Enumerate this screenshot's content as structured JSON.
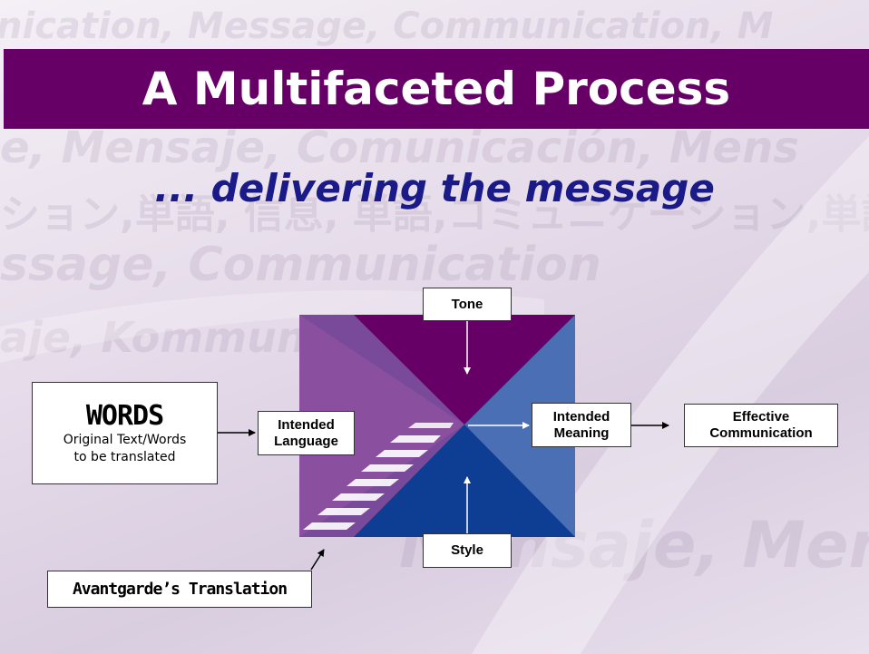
{
  "title": "A Multifaceted Process",
  "subtitle": "... delivering the message",
  "background_words": {
    "line1": "nication, Message, Communication, M",
    "line2": "e, Mensaje, Comunicación, Mens",
    "line3": "ション,単語, 信息, 単語,コミュニケーション,単語",
    "line4": "ssage, Communication",
    "line5": "aje, Kommunikation",
    "line6": "Mensaje, Mens"
  },
  "boxes": {
    "words_title": "WORDS",
    "words_sub1": "Original Text/Words",
    "words_sub2": "to be translated",
    "intended_language": "Intended Language",
    "tone": "Tone",
    "intended_meaning": "Intended Meaning",
    "effective_communication": "Effective Communication",
    "style": "Style",
    "avantgarde": "Avantgarde’s Translation"
  },
  "colors": {
    "title_bar": "#660066",
    "subtitle": "#1a1a88",
    "left_triangle": "#8a4f9e",
    "top_triangle": "#660066",
    "right_triangle": "#4a6fb5",
    "bottom_triangle": "#0d3e94"
  }
}
